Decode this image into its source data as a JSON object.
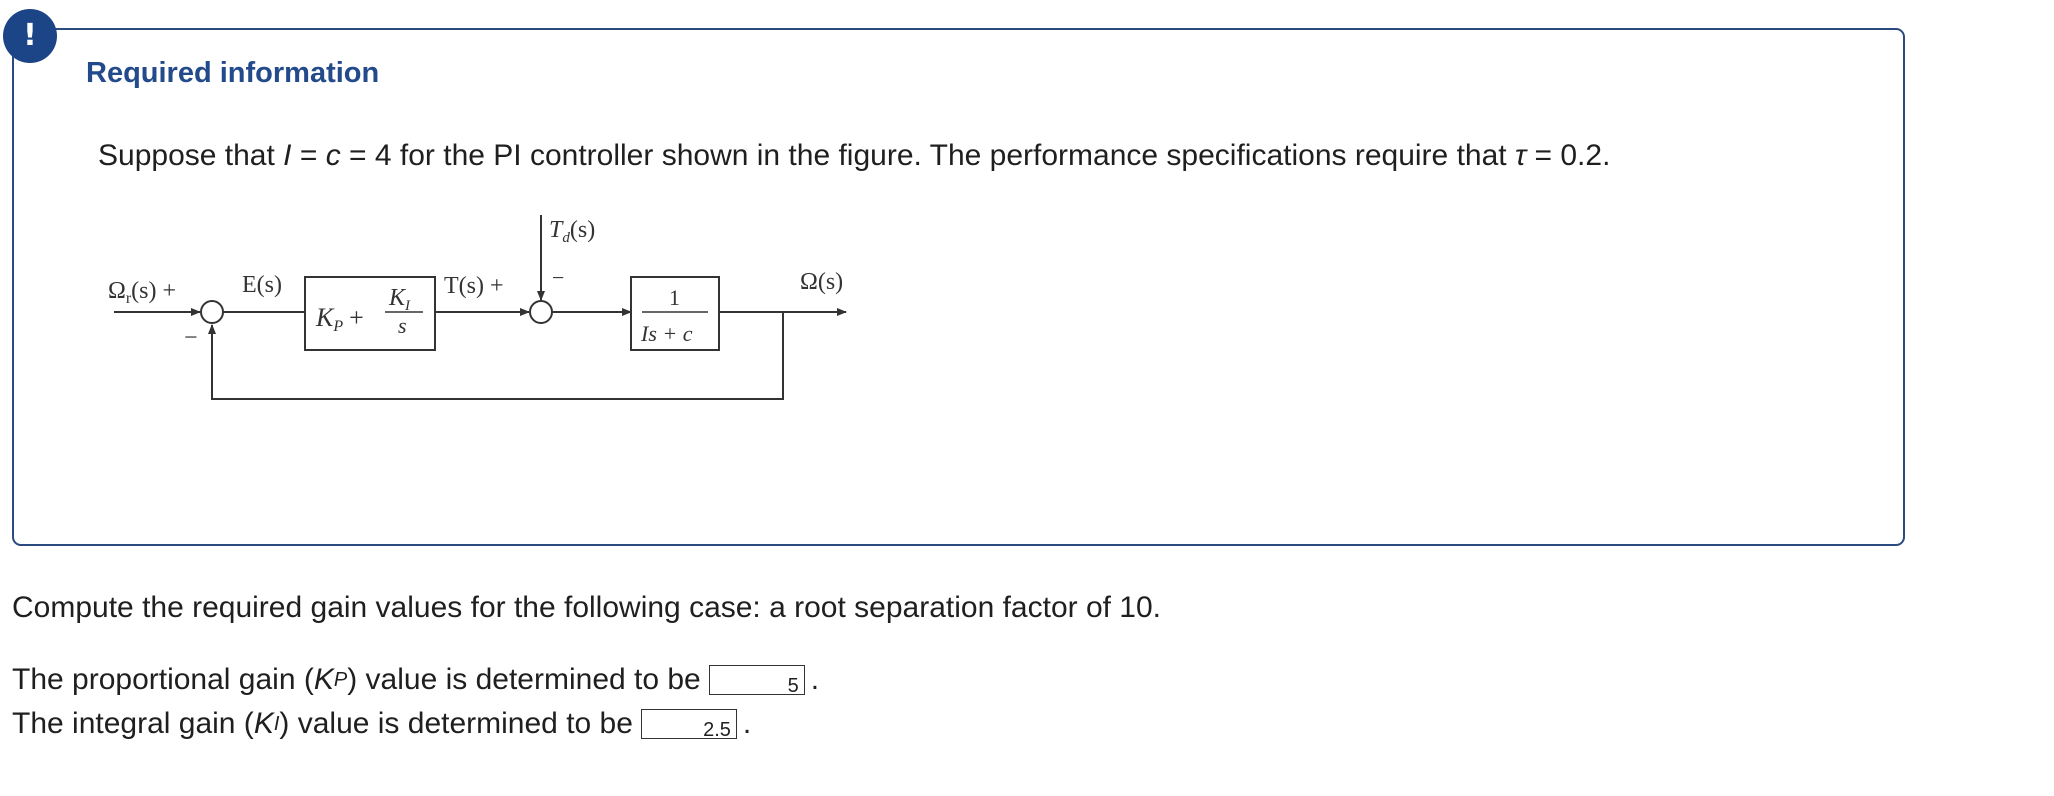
{
  "badge": {
    "icon": "!"
  },
  "info": {
    "heading": "Required information",
    "text_prefix": "Suppose that ",
    "var_I": "I",
    "eq1": " = ",
    "var_c": "c",
    "text_mid": " = 4 for the PI controller shown in the figure. The performance specifications require that ",
    "var_tau": "τ",
    "text_end": " = 0.2."
  },
  "diagram": {
    "input_label": "Ω",
    "input_sub": "r",
    "input_arg": "(s) +",
    "minus_label": "−",
    "error_label": "E(s)",
    "controller_kp": "K",
    "controller_kp_sub": "P",
    "controller_plus": "+",
    "controller_ki": "K",
    "controller_ki_sub": "I",
    "controller_s": "s",
    "torque_label": "T(s) +",
    "disturbance_label": "T",
    "disturbance_sub": "d",
    "disturbance_arg": "(s)",
    "disturbance_minus": "−",
    "plant_num": "1",
    "plant_den": "Is + c",
    "output_label": "Ω(s)"
  },
  "question": {
    "text": "Compute the required gain values for the following case: a root separation factor of 10."
  },
  "answers": {
    "kp_prefix": "The proportional gain (",
    "kp_var": "K",
    "kp_sub": "P",
    "kp_suffix": ") value is determined to be",
    "kp_value": "5",
    "ki_prefix": "The integral gain (",
    "ki_var": "K",
    "ki_sub": "I",
    "ki_suffix": ") value is determined to be",
    "ki_value": "2.5",
    "period": "."
  }
}
